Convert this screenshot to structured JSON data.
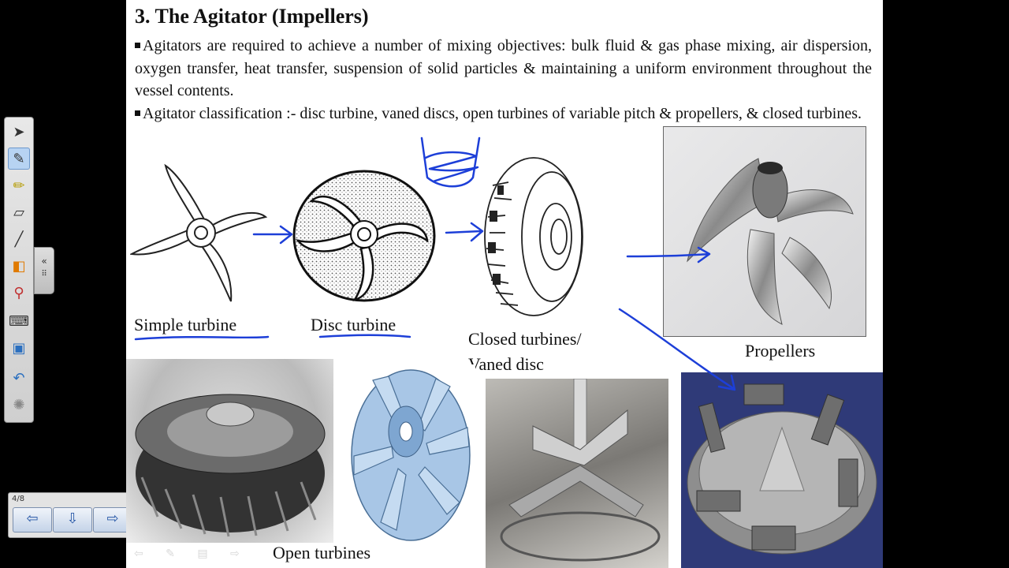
{
  "slide": {
    "title": "3. The Agitator (Impellers)",
    "bullet1": "Agitators are required to achieve a number of mixing objectives: bulk fluid & gas phase mixing, air dispersion, oxygen transfer, heat transfer, suspension of solid particles & maintaining a uniform environment throughout the vessel contents.",
    "bullet2": "Agitator classification :- disc turbine, vaned discs, open turbines of variable pitch & propellers, & closed turbines.",
    "labels": {
      "simple_turbine": "Simple turbine",
      "disc_turbine": "Disc turbine",
      "closed_line1": "Closed turbines/",
      "closed_line2": "Vaned disc",
      "propellers": "Propellers",
      "open_turbines": "Open turbines"
    },
    "annotation_color": "#1d3fd8"
  },
  "pager": {
    "page": "4/8",
    "close": "×"
  },
  "toolbar": {
    "tools": [
      "select-arrow-icon",
      "pen-icon",
      "highlighter-icon",
      "eraser-icon",
      "line-icon",
      "shapes-icon",
      "magic-pen-icon",
      "keyboard-icon",
      "screen-capture-icon",
      "undo-icon",
      "settings-icon"
    ]
  }
}
